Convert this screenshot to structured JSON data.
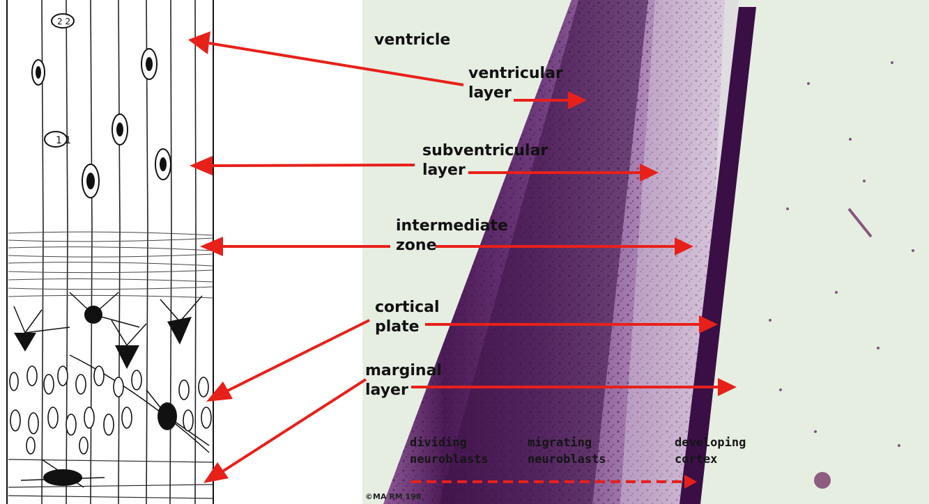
{
  "labels": {
    "ventricle": "ventricle",
    "ventricular": [
      "ventricular",
      "layer"
    ],
    "subventricular": [
      "subventricular",
      "layer"
    ],
    "intermediate": [
      "intermediate",
      "zone"
    ],
    "cortical": [
      "cortical",
      "plate"
    ],
    "marginal": [
      "marginal",
      "layer"
    ]
  },
  "bottom_labels": {
    "dividing": [
      "dividing",
      "neuroblasts"
    ],
    "migrating": [
      "migrating",
      "neuroblasts"
    ],
    "developing": [
      "developing",
      "cortex"
    ]
  },
  "copyright": "©MA RM 198",
  "colors": {
    "arrow": "#e8201a",
    "stain_dark": "#4a1a55",
    "stain_mid": "#8a5a95",
    "stain_light": "#c7b3cc",
    "tissue_bg": "#e6eee2"
  }
}
